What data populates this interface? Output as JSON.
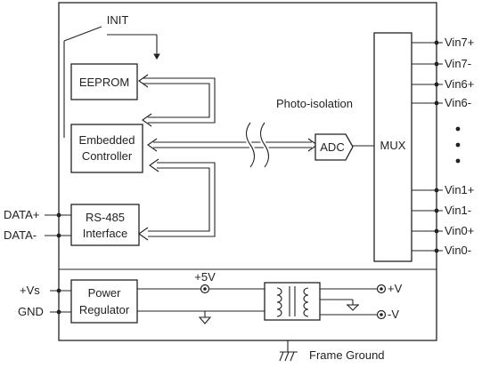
{
  "labels": {
    "init": "INIT",
    "eeprom": "EEPROM",
    "controller_line1": "Embedded",
    "controller_line2": "Controller",
    "rs485_line1": "RS-485",
    "rs485_line2": "Interface",
    "photo_isolation": "Photo-isolation",
    "adc": "ADC",
    "mux": "MUX",
    "power_line1": "Power",
    "power_line2": "Regulator",
    "plus5v": "+5V",
    "frame_ground": "Frame Ground"
  },
  "left_pins": {
    "data_plus": "DATA+",
    "data_minus": "DATA-",
    "vs_plus": "+Vs",
    "gnd": "GND"
  },
  "right_pins": {
    "vin7_plus": "Vin7+",
    "vin7_minus": "Vin7-",
    "vin6_plus": "Vin6+",
    "vin6_minus": "Vin6-",
    "vin1_plus": "Vin1+",
    "vin1_minus": "Vin1-",
    "vin0_plus": "Vin0+",
    "vin0_minus": "Vin0-",
    "out_plus_v": "+V",
    "out_minus_v": "-V"
  }
}
